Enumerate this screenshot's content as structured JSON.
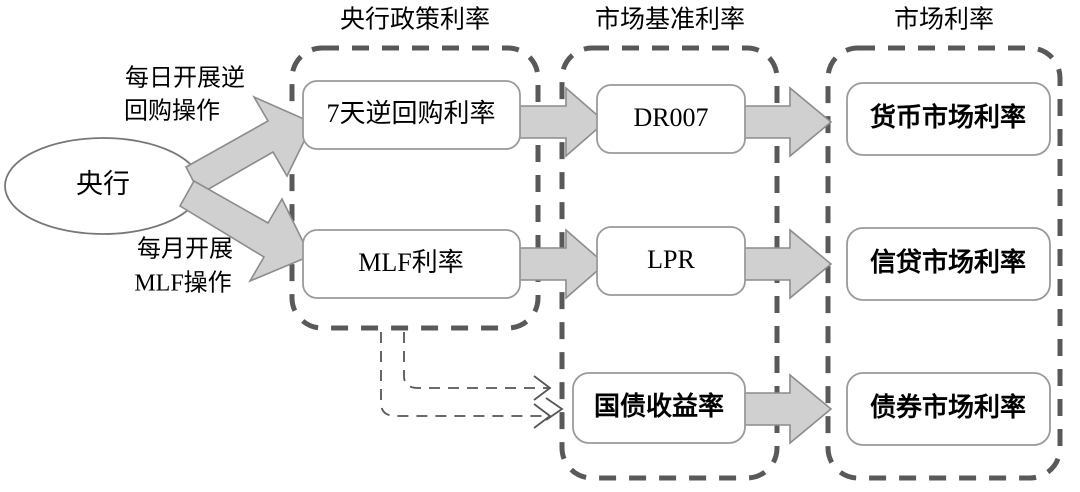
{
  "diagram": {
    "title_row": {
      "policy_group": "央行政策利率",
      "benchmark_group": "市场基准利率",
      "market_group": "市场利率"
    },
    "source": {
      "label": "央行"
    },
    "edge_labels": {
      "daily_reverse_repo": "每日开展逆",
      "daily_reverse_repo_2": "回购操作",
      "monthly_mlf": "每月开展",
      "monthly_mlf_2": "MLF操作"
    },
    "policy_rates": [
      {
        "id": "reverse-repo-rate",
        "label": "7天逆回购利率"
      },
      {
        "id": "mlf-rate",
        "label": "MLF利率"
      }
    ],
    "benchmark_rates": [
      {
        "id": "dr007",
        "label": "DR007"
      },
      {
        "id": "lpr",
        "label": "LPR"
      },
      {
        "id": "treasury-yield",
        "label": "国债收益率"
      }
    ],
    "market_rates": [
      {
        "id": "money-market-rate",
        "label": "货币市场利率"
      },
      {
        "id": "credit-market-rate",
        "label": "信贷市场利率"
      },
      {
        "id": "bond-market-rate",
        "label": "债券市场利率"
      }
    ],
    "colors": {
      "arrow_fill": "#d0d0d0",
      "arrow_stroke": "#8c8c8c",
      "group_border": "#595959",
      "node_border": "#9a9a9a",
      "text": "#000000",
      "background": "#ffffff"
    }
  }
}
